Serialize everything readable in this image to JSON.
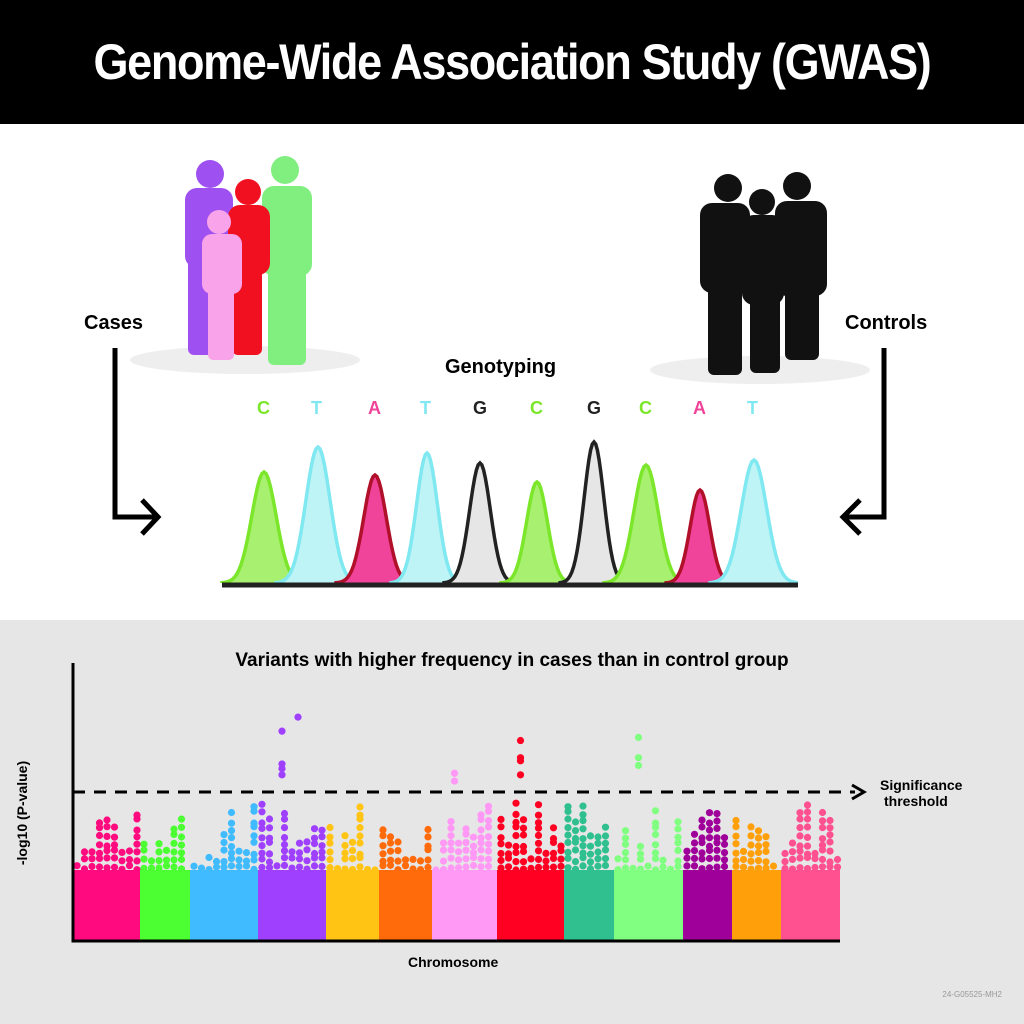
{
  "title": "Genome-Wide Association Study (GWAS)",
  "cases_label": "Cases",
  "controls_label": "Controls",
  "genotyping_label": "Genotyping",
  "sequence": [
    {
      "base": "C",
      "color": "#7be62a"
    },
    {
      "base": "T",
      "color": "#7fe8f0"
    },
    {
      "base": "A",
      "color": "#f0449a"
    },
    {
      "base": "T",
      "color": "#7fe8f0"
    },
    {
      "base": "G",
      "color": "#222222"
    },
    {
      "base": "C",
      "color": "#7be62a"
    },
    {
      "base": "G",
      "color": "#222222"
    },
    {
      "base": "C",
      "color": "#7be62a"
    },
    {
      "base": "A",
      "color": "#f0449a"
    },
    {
      "base": "T",
      "color": "#7fe8f0"
    }
  ],
  "chart_data": {
    "type": "scatter",
    "subtype": "manhattan",
    "title": "Variants with higher frequency in cases than in control group",
    "xlabel": "Chromosome",
    "ylabel": "-log10 (P-value)",
    "threshold_label_1": "Significance",
    "threshold_label_2": "threshold",
    "threshold": 5,
    "ylim": [
      0,
      10
    ],
    "chromosome_colors": [
      "#ff0a7f",
      "#4cff33",
      "#40bbff",
      "#a040ff",
      "#ffc414",
      "#ff6a0a",
      "#ff99f5",
      "#ff0022",
      "#30c090",
      "#80ff80",
      "#a0009a",
      "#ffa00a",
      "#ff5090"
    ],
    "significant_hits": [
      {
        "chromosome": 4,
        "values": [
          8.9,
          9.8,
          6.8,
          6.5,
          6.1
        ]
      },
      {
        "chromosome": 7,
        "values": [
          6.2,
          5.7
        ]
      },
      {
        "chromosome": 8,
        "values": [
          8.3,
          7.2,
          7.0,
          6.1
        ]
      },
      {
        "chromosome": 10,
        "values": [
          8.5,
          7.2,
          6.7
        ]
      }
    ]
  },
  "code": "24-G05525-MH2"
}
